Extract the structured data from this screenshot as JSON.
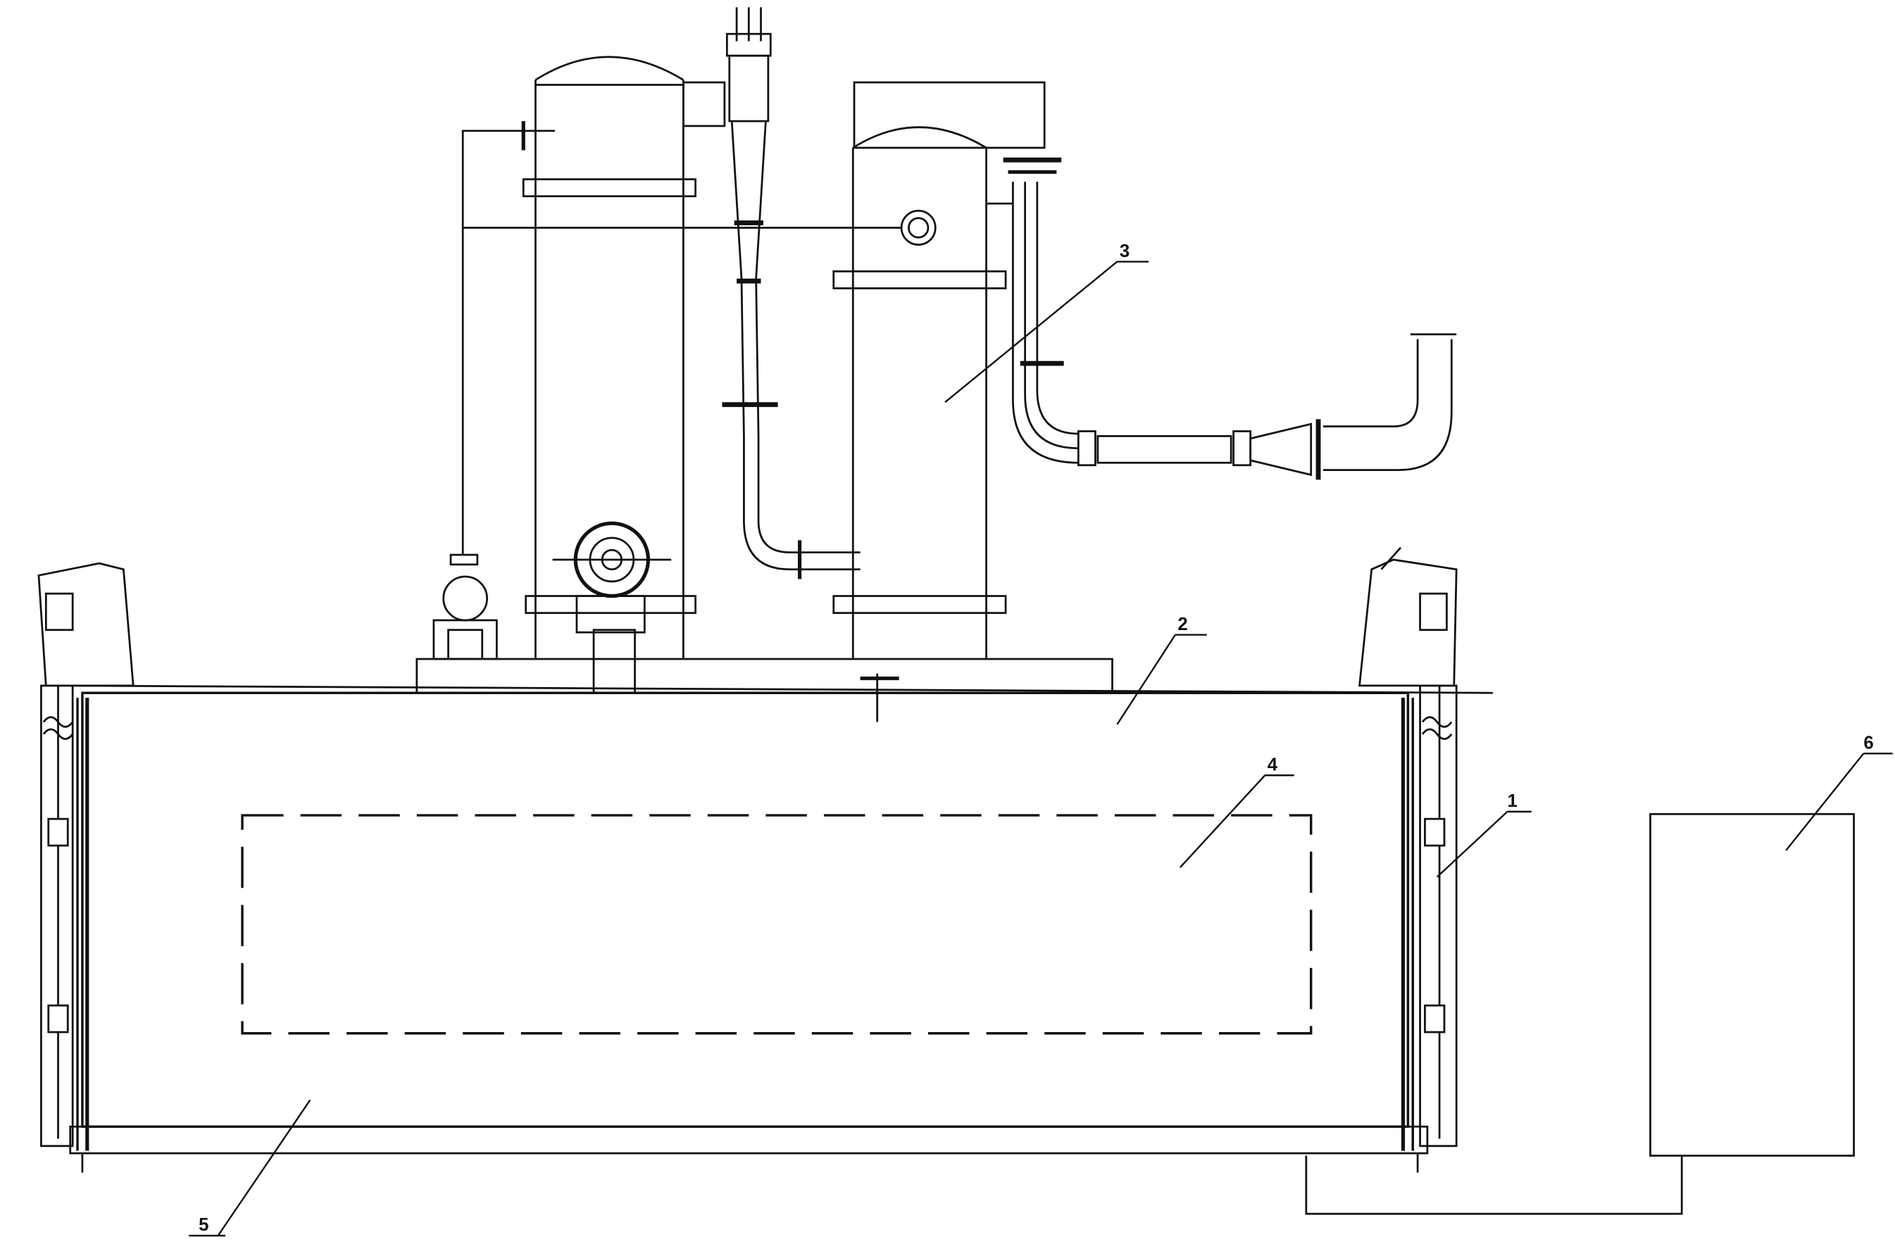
{
  "labels": {
    "door": "1",
    "chamber": "2",
    "vacuum_unit": "3",
    "workpiece_zone": "4",
    "base": "5",
    "control_cabinet": "6"
  },
  "colors": {
    "line": "#111111",
    "background": "#ffffff"
  }
}
